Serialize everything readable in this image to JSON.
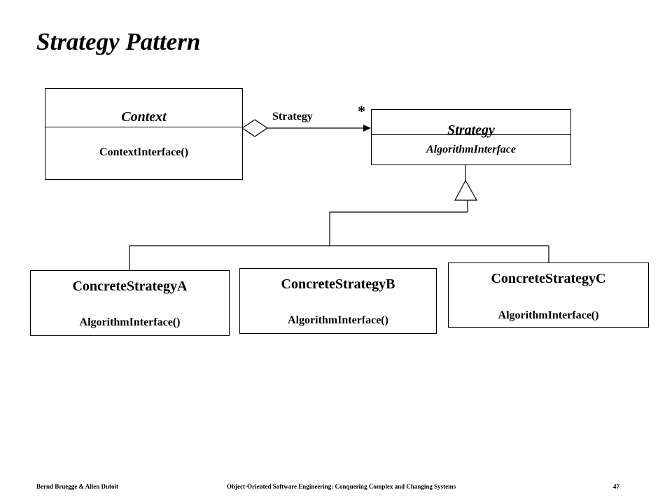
{
  "slide": {
    "title": "Strategy Pattern"
  },
  "diagram": {
    "context_class": {
      "name": "Context",
      "operation": "ContextInterface()"
    },
    "association": {
      "role": "Strategy",
      "multiplicity": "*"
    },
    "strategy_class": {
      "name": "Strategy",
      "operation": "AlgorithmInterface"
    },
    "concrete_strategies": [
      {
        "name": "ConcreteStrategyA",
        "operation": "AlgorithmInterface()"
      },
      {
        "name": "ConcreteStrategyB",
        "operation": "AlgorithmInterface()"
      },
      {
        "name": "ConcreteStrategyC",
        "operation": "AlgorithmInterface()"
      }
    ]
  },
  "footer": {
    "authors": "Bernd Bruegge & Allen Dutoit",
    "book": "Object-Oriented Software Engineering: Conquering Complex and Changing Systems",
    "page": "47"
  }
}
